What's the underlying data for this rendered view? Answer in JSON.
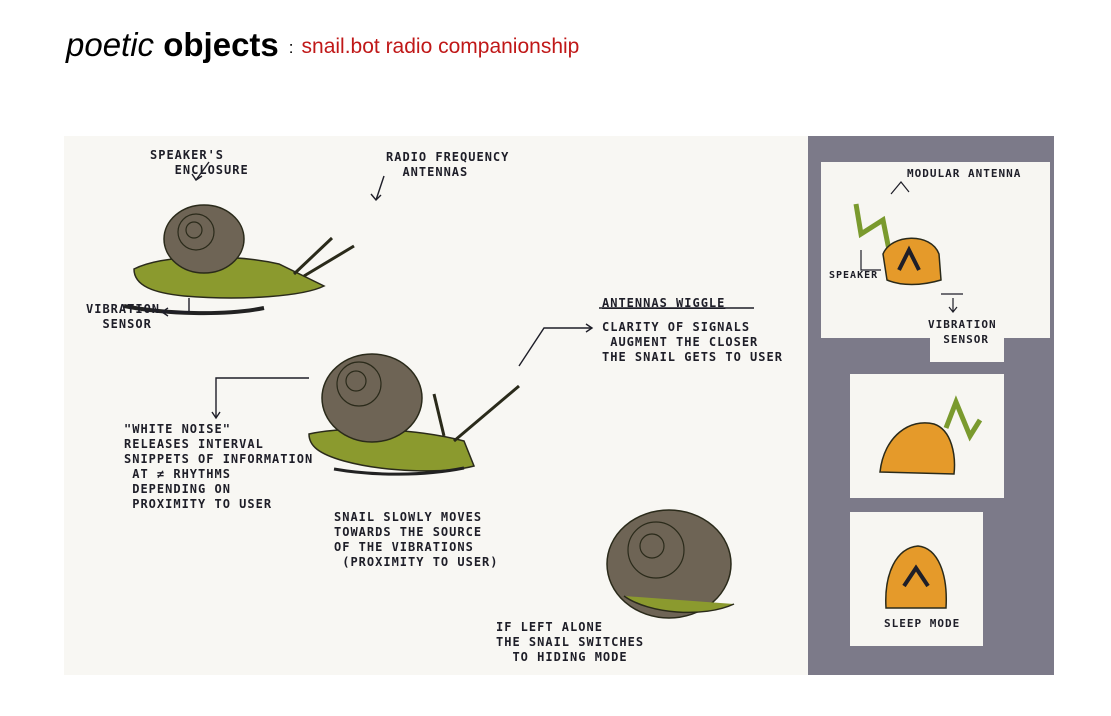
{
  "title": {
    "word1": "poetic",
    "word2": "objects",
    "separator": ":",
    "subtitle": "snail.bot radio companionship"
  },
  "annotations": {
    "speaker_enclosure": "SPEAKER'S\n   ENCLOSURE",
    "radio_antennas": "RADIO FREQUENCY\n  ANTENNAS",
    "vibration_sensor": "VIBRATION\n  SENSOR",
    "antennas_wiggle_title": "ANTENNAS WIGGLE",
    "antennas_wiggle_body": "CLARITY OF SIGNALS\n AUGMENT THE CLOSER\nTHE SNAIL GETS TO USER",
    "white_noise": "\"WHITE NOISE\"\nRELEASES INTERVAL\nSNIPPETS OF INFORMATION\n AT ≠ RHYTHMS\n DEPENDING ON\n PROXIMITY TO USER",
    "snail_moves": "SNAIL SLOWLY MOVES\nTOWARDS THE SOURCE\nOF THE VIBRATIONS\n (PROXIMITY TO USER)",
    "left_alone": "IF LEFT ALONE\nTHE SNAIL SWITCHES\n  TO HIDING MODE",
    "modular_antenna": "MODULAR ANTENNA",
    "speaker": "SPEAKER",
    "vibration_sensor_right": "VIBRATION\n  SENSOR",
    "sleep_mode": "SLEEP MODE"
  },
  "colors": {
    "sheet": "#f8f7f3",
    "panel": "#7c7a89",
    "snail_body": "#8b9a2e",
    "shell": "#6e6455",
    "robot_orange": "#e59a2a",
    "title_red": "#c01818"
  }
}
